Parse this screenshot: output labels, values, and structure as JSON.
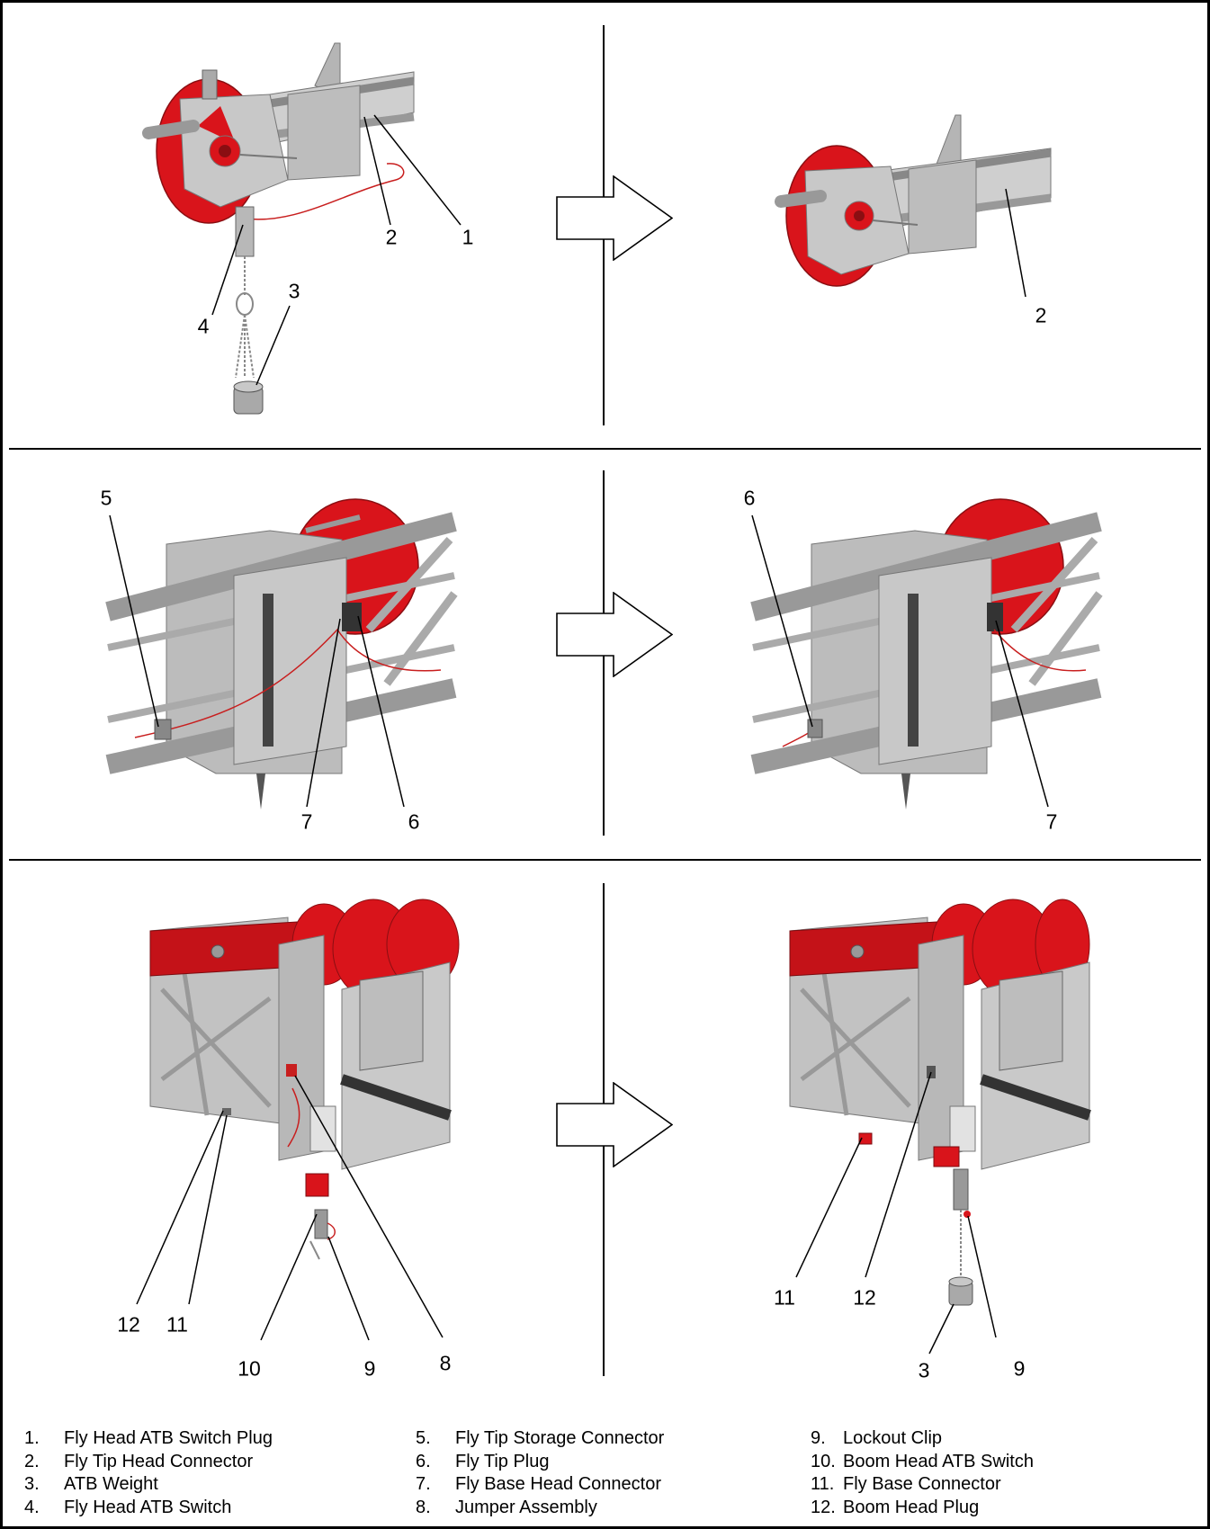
{
  "callouts": {
    "p1": [
      "1",
      "2",
      "3",
      "4"
    ],
    "p2": [
      "2"
    ],
    "p3": [
      "5",
      "7",
      "6"
    ],
    "p4": [
      "6",
      "7"
    ],
    "p5": [
      "12",
      "11",
      "10",
      "9",
      "8"
    ],
    "p6": [
      "11",
      "12",
      "3",
      "9"
    ]
  },
  "legend": [
    {
      "num": "1.",
      "label": "Fly Head ATB Switch Plug"
    },
    {
      "num": "2.",
      "label": "Fly Tip Head Connector"
    },
    {
      "num": "3.",
      "label": "ATB Weight"
    },
    {
      "num": "4.",
      "label": "Fly Head ATB Switch"
    },
    {
      "num": "5.",
      "label": "Fly Tip Storage Connector"
    },
    {
      "num": "6.",
      "label": "Fly Tip Plug"
    },
    {
      "num": "7.",
      "label": "Fly Base Head Connector"
    },
    {
      "num": "8.",
      "label": "Jumper Assembly"
    },
    {
      "num": "9.",
      "label": "Lockout Clip"
    },
    {
      "num": "10.",
      "label": "Boom Head ATB Switch"
    },
    {
      "num": "11.",
      "label": "Fly Base Connector"
    },
    {
      "num": "12.",
      "label": "Boom Head Plug"
    }
  ],
  "colors": {
    "sheave": "#d9141b",
    "metal": "#c4c4c4",
    "metal_dark": "#8c8c8c",
    "wire": "#c81e1e"
  }
}
